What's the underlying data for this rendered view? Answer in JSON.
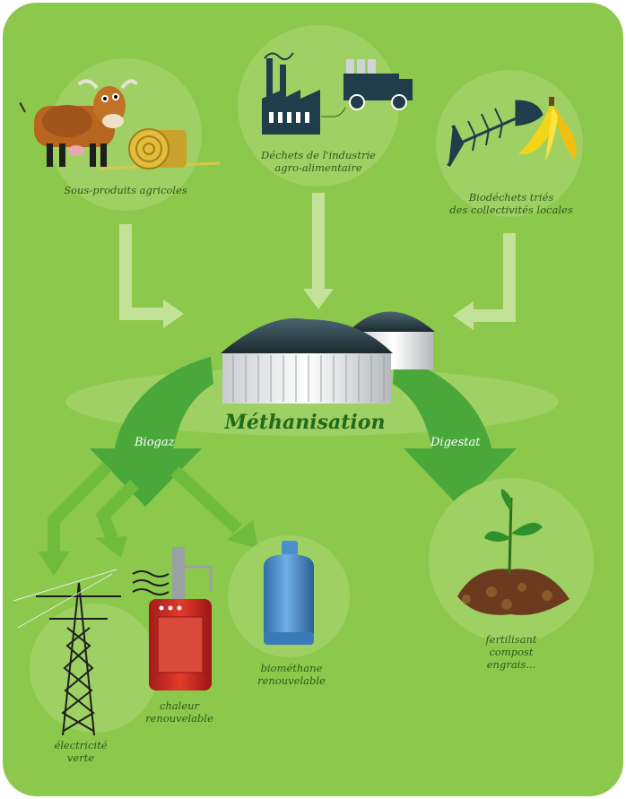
{
  "title": "Méthanisation",
  "inputs": [
    {
      "label_lines": [
        "Sous-produits agricoles"
      ]
    },
    {
      "label_lines": [
        "Déchets de l'industrie",
        "agro-alimentaire"
      ]
    },
    {
      "label_lines": [
        "Biodéchets triés",
        "des collectivités locales"
      ]
    }
  ],
  "flows": {
    "biogas": "Biogaz",
    "digestate": "Digestat"
  },
  "outputs": [
    {
      "label_lines": [
        "électricité",
        "verte"
      ]
    },
    {
      "label_lines": [
        "chaleur",
        "renouvelable"
      ]
    },
    {
      "label_lines": [
        "biométhane",
        "renouvelable"
      ]
    },
    {
      "label_lines": [
        "fertilisant",
        "compost",
        "engrais..."
      ]
    }
  ],
  "colors": {
    "background": "#8cc84b",
    "circle": "#9fd064",
    "big_arrow": "#4aa83a",
    "pale_arrow": "#c2e29a",
    "mid_arrow": "#6fbb3c",
    "digester_dome": "#2a3d45"
  },
  "icons": [
    "cow-icon",
    "hay-bale-icon",
    "factory-icon",
    "truck-icon",
    "fish-skeleton-icon",
    "banana-peel-icon",
    "digester-icon",
    "pylon-icon",
    "boiler-icon",
    "gas-bottle-icon",
    "plant-icon"
  ]
}
